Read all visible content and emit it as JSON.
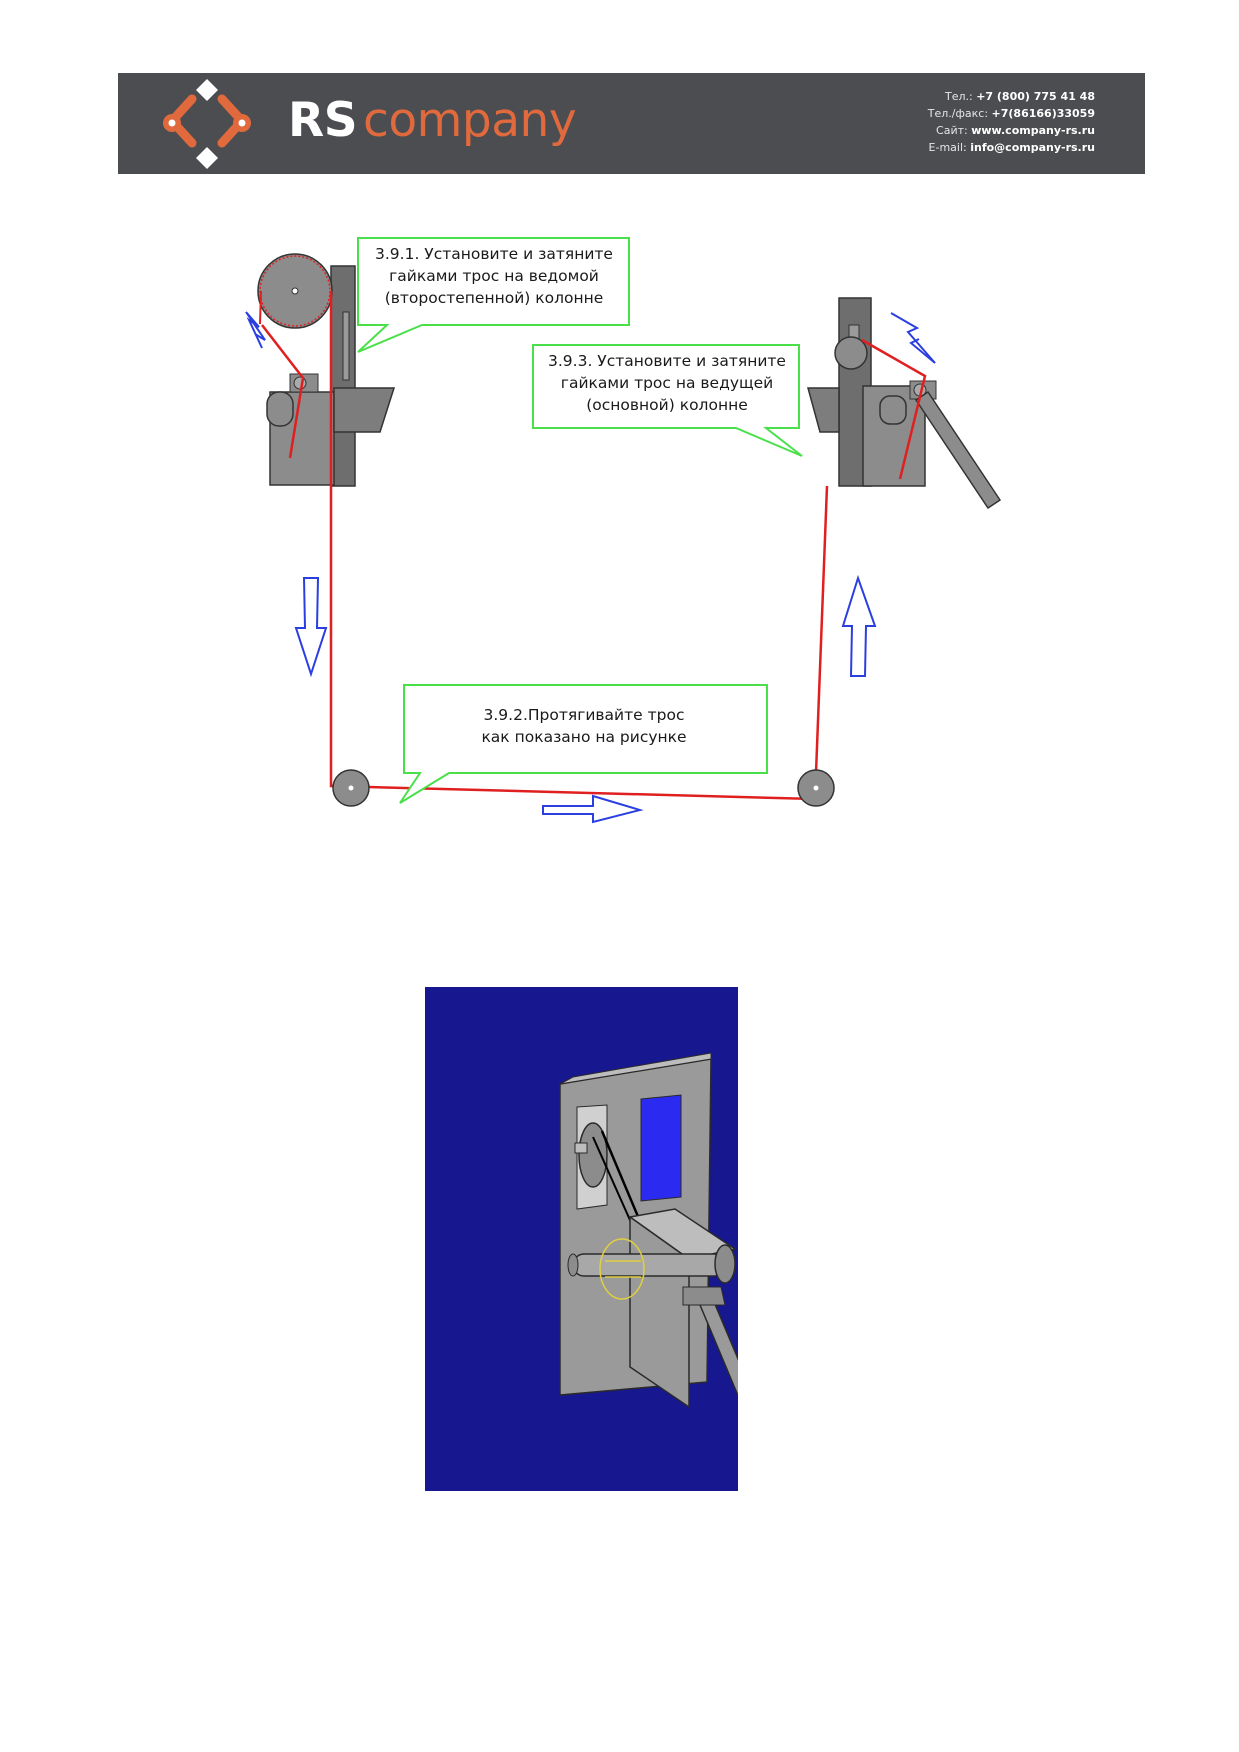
{
  "header": {
    "brand_rs": "RS",
    "brand_company": "company",
    "phone_label": "Тел.:",
    "phone": "+7 (800) 775 41 48",
    "fax_label": "Тел./факс:",
    "fax": "+7(86166)33059",
    "site_label": "Сайт:",
    "site": "www.company-rs.ru",
    "email_label": "E-mail:",
    "email": "info@company-rs.ru",
    "colors": {
      "banner": "#4b4d50",
      "accent": "#e0693d",
      "text": "#ffffff"
    }
  },
  "diagram": {
    "step_391_line1": "3.9.1. Установите и затяните",
    "step_391_line2": "гайками трос на ведомой",
    "step_391_line3": "(второстепенной) колонне",
    "step_393_line1": "3.9.3.  Установите и затяните",
    "step_393_line2": "гайками трос на ведущей",
    "step_393_line3": "(основной) колонне",
    "step_392_line1": "3.9.2.Протягивайте трос",
    "step_392_line2": "как показано на рисунке",
    "colors": {
      "cable": "#e02020",
      "callout_border": "#49e04a",
      "arrow": "#2b3fe0",
      "metal": "#8c8c8c"
    }
  },
  "render": {
    "colors": {
      "background": "#17178f",
      "plate": "#9a9a9a",
      "window": "#2a2af0"
    }
  }
}
